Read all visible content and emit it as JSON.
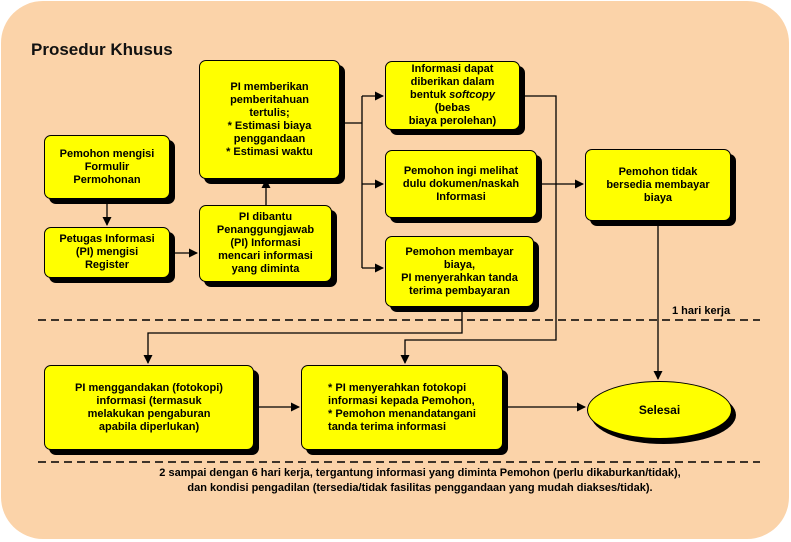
{
  "title": "Prosedur Khusus",
  "boxes": {
    "b1": "Pemohon mengisi\nFormulir\nPermohonan",
    "b2": "Petugas Informasi\n(PI) mengisi\nRegister",
    "b3": "PI dibantu\nPenanggungjawab\n(PI) Informasi\nmencari informasi\nyang diminta",
    "b4": "PI memberikan\npemberitahuan\ntertulis;\n* Estimasi biaya\npenggandaan\n* Estimasi waktu",
    "b5_pre": "Informasi dapat\ndiberikan dalam\nbentuk ",
    "b5_em": "softcopy",
    "b5_post": " (bebas\nbiaya perolehan)",
    "b6": "Pemohon ingi melihat\ndulu dokumen/naskah\nInformasi",
    "b7": "Pemohon membayar\nbiaya,\nPI menyerahkan tanda\nterima pembayaran",
    "b8": "Pemohon tidak\nbersedia membayar\nbiaya",
    "b9": "PI menggandakan (fotokopi)\ninformasi (termasuk\nmelakukan pengaburan\napabila diperlukan)",
    "b10": "* PI menyerahkan fotokopi\n   informasi kepada Pemohon,\n* Pemohon menandatangani\n   tanda terima informasi",
    "end": "Selesai"
  },
  "notes": {
    "one_day": "1 hari kerja",
    "footer_line1": "2 sampai dengan 6 hari kerja, tergantung informasi yang diminta Pemohon (perlu dikaburkan/tidak),",
    "footer_line2": "dan kondisi pengadilan (tersedia/tidak fasilitas penggandaan yang mudah diakses/tidak)."
  },
  "colors": {
    "background": "#fbd3a9",
    "box_fill": "#ffff00",
    "line": "#000000"
  }
}
